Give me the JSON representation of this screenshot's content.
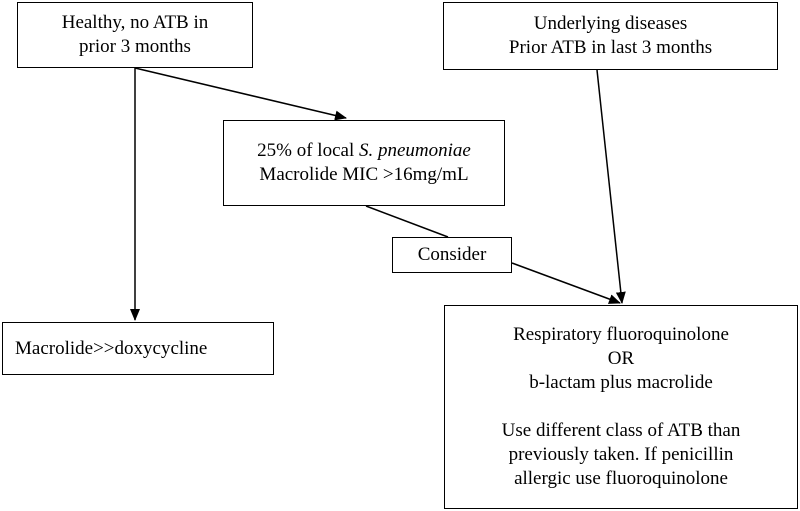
{
  "nodes": {
    "healthy": {
      "line1": "Healthy, no ATB in",
      "line2": "prior 3 months"
    },
    "underlying": {
      "line1": "Underlying diseases",
      "line2": "Prior ATB in last 3 months"
    },
    "resistance": {
      "line1_prefix": "25% of local ",
      "line1_italic": "S. pneumoniae",
      "line2": "Macrolide MIC >16mg/mL"
    },
    "consider": {
      "label": "Consider"
    },
    "macrolide": {
      "label": "Macrolide>>doxycycline"
    },
    "fluoro": {
      "line1": "Respiratory fluoroquinolone",
      "line2": "OR",
      "line3": "b-lactam plus macrolide",
      "line4": "Use different class of ATB than",
      "line5": "previously taken. If penicillin",
      "line6": "allergic use fluoroquinolone"
    }
  },
  "colors": {
    "stroke": "#000000",
    "background": "#ffffff"
  }
}
